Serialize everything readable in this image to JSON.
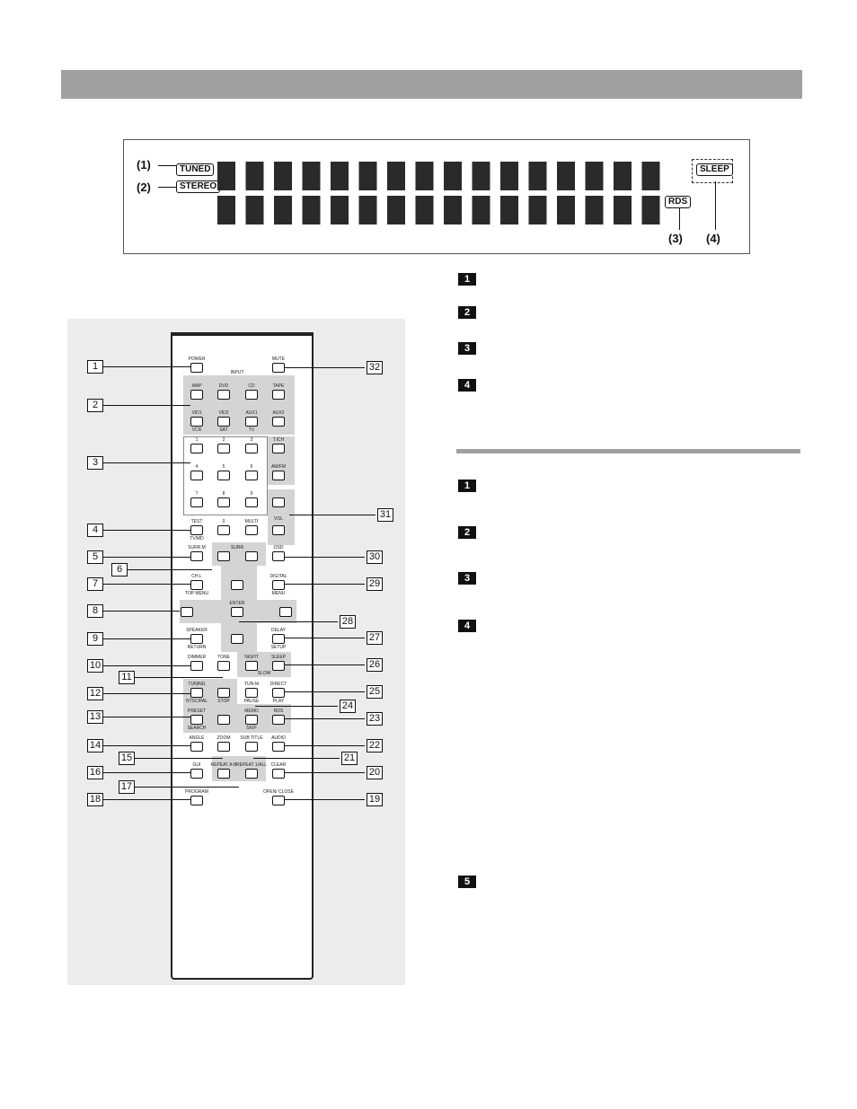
{
  "display": {
    "indicators": {
      "tuned": "TUNED",
      "stereo": "STEREO",
      "rds": "RDS",
      "sleep": "SLEEP"
    },
    "labels": {
      "l1": "(1)",
      "l2": "(2)",
      "l3": "(3)",
      "l4": "(4)"
    }
  },
  "section_markers": {
    "first": [
      "1",
      "2",
      "3",
      "4"
    ],
    "second": [
      "1",
      "2",
      "3",
      "4",
      "5"
    ]
  },
  "remote": {
    "input_label": "INPUT",
    "buttons": {
      "power": "POWER",
      "mute": "MUTE",
      "amp": "AMP",
      "dvd": "DVD",
      "cd": "CD",
      "tape": "TAPE",
      "vid1": "VID1",
      "vid2": "VID2",
      "aux1": "AUX1",
      "aux2": "AUX2",
      "vcr": "VCR",
      "sat": "SAT",
      "tv": "TV",
      "k1": "1",
      "k2": "2",
      "k3": "3",
      "k4": "4",
      "k5": "5",
      "k6": "6",
      "k7": "7",
      "k8": "8",
      "k9": "9",
      "k0": "0",
      "tch": "T.ICH",
      "amfm": "AM/FM",
      "vol": "VOL",
      "test": "TEST",
      "tvmd": "TV/MD",
      "multi": "MULTI",
      "surrm": "SURR.M",
      "surr": "SURR",
      "osd": "OSD",
      "chl": "CH.L",
      "topmenu": "TOP MENU",
      "digital": "DIGITAL",
      "menu": "MENU",
      "enter": "ENTER",
      "speaker": "SPEAKER",
      "return": "RETURN",
      "delay": "DELAY",
      "setup": "SETUP",
      "dimmer": "DIMMER",
      "tone": "TONE",
      "night": "NIGHT",
      "sleep": "SLEEP",
      "slow": "SLOW",
      "tuning": "TUNING",
      "ntscpal": "NTSC/PAL",
      "stop": "STOP",
      "tunm": "TUN-M",
      "pause": "PAUSE",
      "direct": "DIRECT",
      "play": "PLAY",
      "preset": "PRESET",
      "search": "SEARCH",
      "memo": "MEMO",
      "rds": "RDS",
      "skip": "SKIP",
      "angle": "ANGLE",
      "zoom": "ZOOM",
      "subtitle": "SUB TITLE",
      "audio": "AUDIO",
      "gui": "GUI",
      "repeatab": "REPEAT A-B",
      "repeat1all": "REPEAT 1/ALL",
      "clear": "CLEAR",
      "program": "PROGRAM",
      "openclose": "OPEN/ CLOSE"
    },
    "callouts_left": [
      "1",
      "2",
      "3",
      "4",
      "5",
      "6",
      "7",
      "8",
      "9",
      "10",
      "11",
      "12",
      "13",
      "14",
      "15",
      "16",
      "17",
      "18"
    ],
    "callouts_right": [
      "32",
      "31",
      "30",
      "29",
      "28",
      "27",
      "26",
      "25",
      "24",
      "23",
      "22",
      "21",
      "20",
      "19"
    ]
  },
  "colors": {
    "header_bar": "#a0a0a0",
    "remote_bg": "#ececec",
    "group_shade": "#d4d4d4"
  }
}
